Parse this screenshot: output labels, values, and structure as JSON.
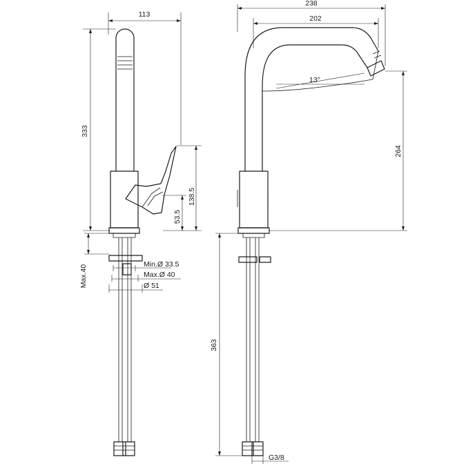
{
  "drawing": {
    "dimensions": {
      "front_width": "113",
      "front_height": "333",
      "lever_height": "138.5",
      "body_height": "53.5",
      "max_deck": "Max.40",
      "min_hole": "Min.Ø 33.5",
      "max_hole": "Max.Ø 40",
      "base_diameter": "Ø 51",
      "side_width": "238",
      "spout_reach": "202",
      "spout_angle": "13°",
      "spout_height": "264",
      "hose_length": "363",
      "thread": "G3/8"
    }
  }
}
